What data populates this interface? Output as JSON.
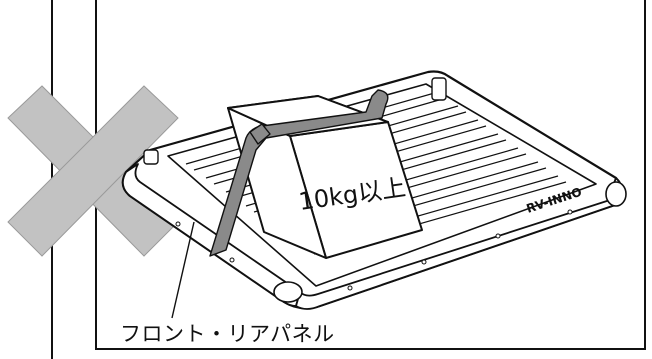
{
  "box_label": "10kg以上",
  "brand_label": "RV-INNO",
  "caption": "フロント・リアパネル",
  "colors": {
    "ink": "#111111",
    "cross": "#c2c2c2",
    "strap": "#8a8a8a",
    "paper": "#ffffff"
  },
  "icons": {
    "prohibition": "x-mark-icon"
  }
}
